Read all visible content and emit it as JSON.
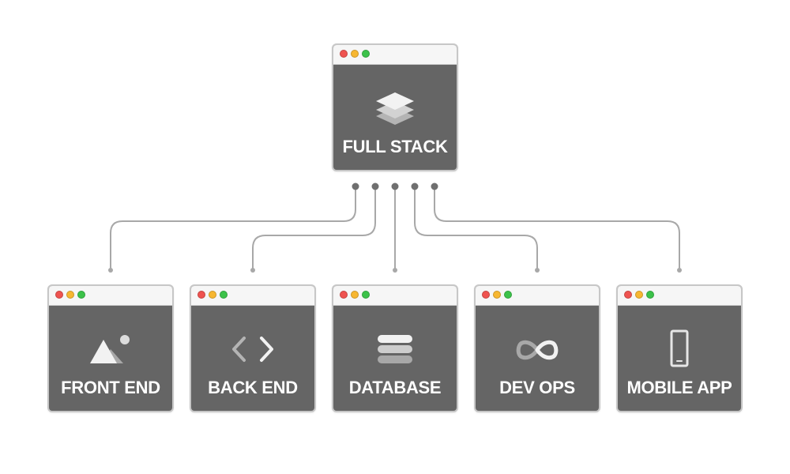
{
  "top": {
    "label": "FULL STACK",
    "icon": "layers-icon"
  },
  "children": [
    {
      "label": "FRONT END",
      "icon": "image-icon"
    },
    {
      "label": "BACK END",
      "icon": "code-icon"
    },
    {
      "label": "DATABASE",
      "icon": "database-icon"
    },
    {
      "label": "DEV OPS",
      "icon": "infinity-icon"
    },
    {
      "label": "MOBILE APP",
      "icon": "mobile-phone-icon"
    }
  ],
  "colors": {
    "window_body": "#656565",
    "window_border": "#c7c7c7",
    "titlebar": "#f6f6f6",
    "connector": "#a8a8a8",
    "connector_dot": "#6f6f6f",
    "close": "#ef5350",
    "minimize": "#f7b731",
    "maximize": "#3cc24a"
  }
}
